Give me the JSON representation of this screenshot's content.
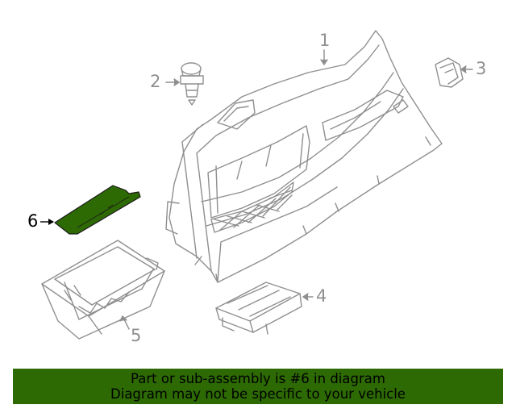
{
  "diagram": {
    "callouts": {
      "c1": "1",
      "c2": "2",
      "c3": "3",
      "c4": "4",
      "c5": "5",
      "c6": "6"
    },
    "highlighted_part": "6",
    "highlight_color": "#2d6a04",
    "line_color": "#8f8f8f"
  },
  "banner": {
    "line1": "Part or sub-assembly is #6 in diagram",
    "line2": "Diagram may not be specific to your vehicle",
    "background": "#2d6a04"
  }
}
